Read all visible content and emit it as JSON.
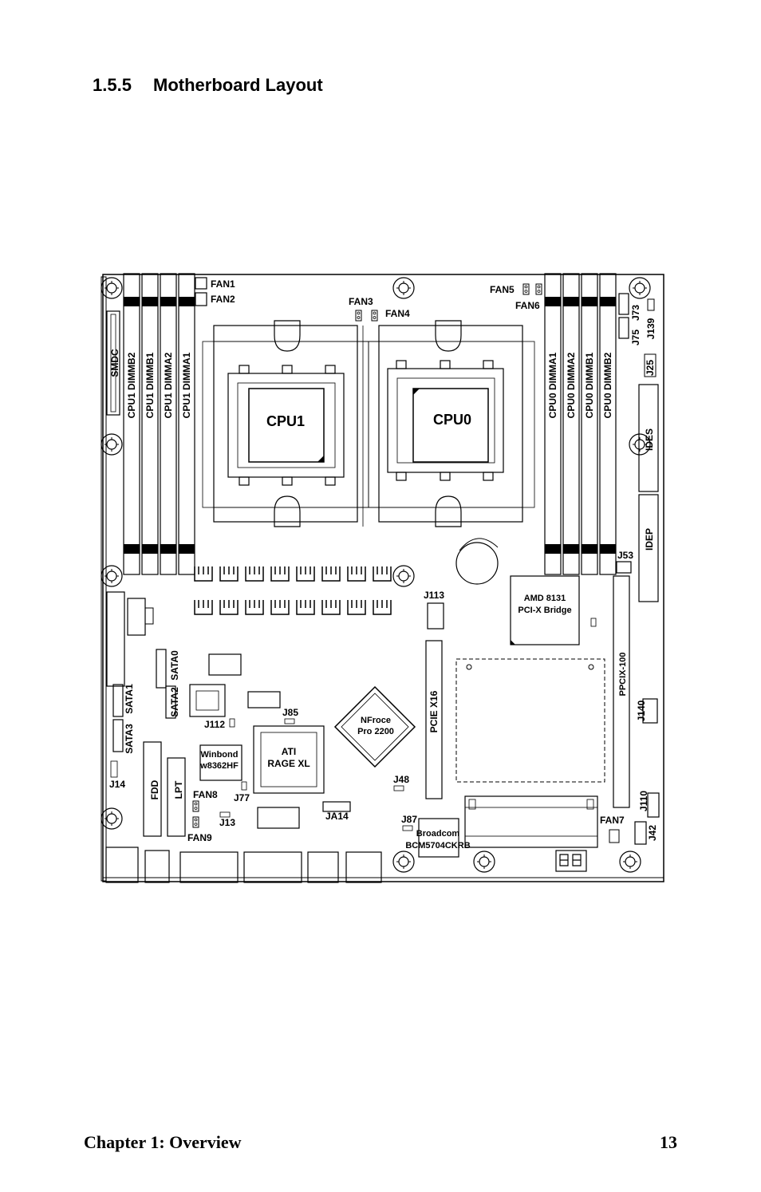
{
  "heading": {
    "number": "1.5.5",
    "title": "Motherboard Layout"
  },
  "footer": {
    "chapter": "Chapter 1: Overview",
    "page": "13"
  },
  "board": {
    "cpus": [
      "CPU1",
      "CPU0"
    ],
    "dimms_cpu1": [
      "CPU1 DIMMB2",
      "CPU1 DIMMB1",
      "CPU1 DIMMA2",
      "CPU1 DIMMA1"
    ],
    "dimms_cpu0": [
      "CPU0 DIMMA1",
      "CPU0 DIMMA2",
      "CPU0 DIMMB1",
      "CPU0 DIMMB2"
    ],
    "fans": [
      "FAN1",
      "FAN2",
      "FAN3",
      "FAN4",
      "FAN5",
      "FAN6",
      "FAN7",
      "FAN8",
      "FAN9"
    ],
    "jumpers": [
      "J73",
      "J75",
      "J139",
      "J25",
      "J53",
      "J113",
      "J85",
      "J112",
      "J77",
      "J13",
      "J14",
      "J48",
      "J87",
      "J140",
      "J110",
      "J42",
      "JA14"
    ],
    "ports": [
      "SMDC",
      "IDES",
      "IDEP",
      "SATA0",
      "SATA1",
      "SATA2",
      "SATA3",
      "FDD",
      "LPT",
      "PCIE X16",
      "PPCIX-100"
    ],
    "chips": {
      "amd": [
        "AMD 8131",
        "PCI-X Bridge"
      ],
      "nforce": [
        "NFroce",
        "Pro 2200"
      ],
      "ati": [
        "ATI",
        "RAGE XL"
      ],
      "winbond": [
        "Winbond",
        "w8362HF"
      ],
      "broadcom": [
        "Broadcom",
        "BCM5704CKRB"
      ]
    }
  }
}
